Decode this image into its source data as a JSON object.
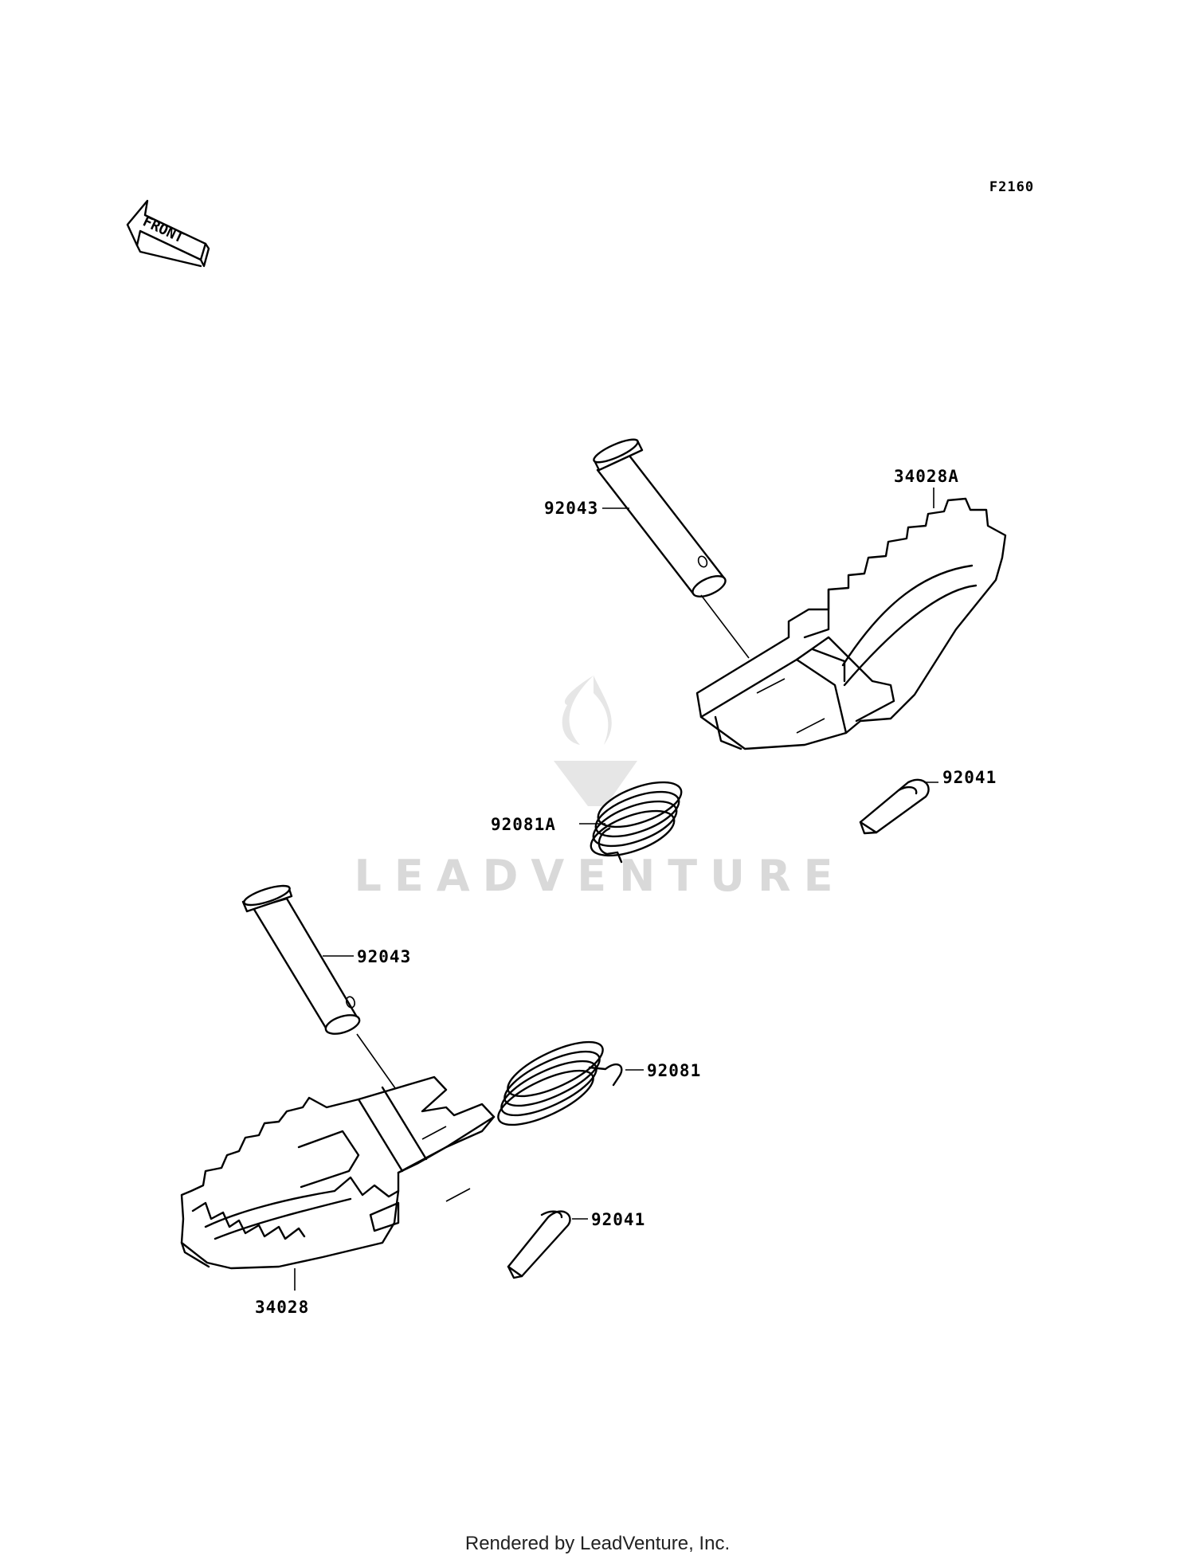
{
  "diagram_code": "F2160",
  "front_arrow_text": "FRONT",
  "watermark": "LEADVENTURE",
  "footer": "Rendered by LeadVenture, Inc.",
  "labels": {
    "upper_pin": "92043",
    "upper_footpeg": "34028A",
    "upper_spring": "92081A",
    "upper_cotter": "92041",
    "lower_pin": "92043",
    "lower_spring": "92081",
    "lower_cotter": "92041",
    "lower_footpeg": "34028"
  }
}
